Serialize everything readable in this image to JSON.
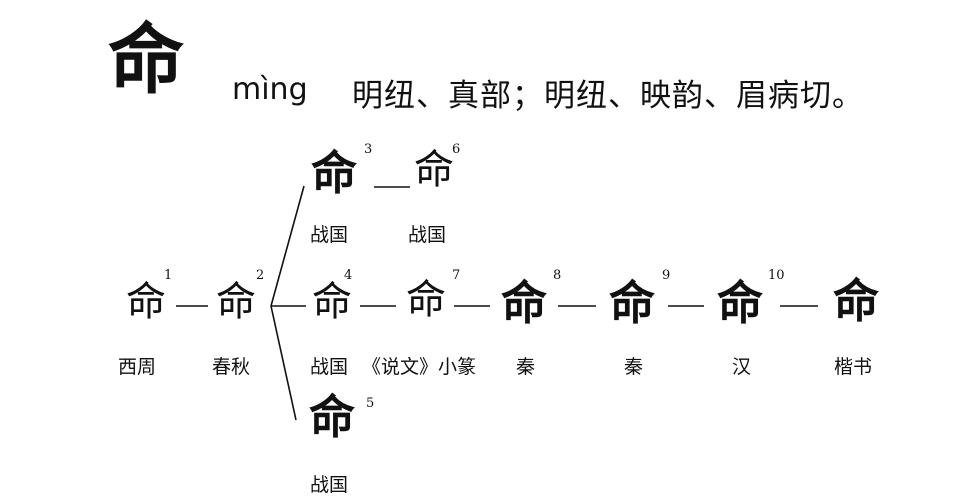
{
  "header": {
    "character": "命",
    "pinyin": "mìng",
    "fanqie": "明纽、真部；明纽、映韵、眉病切。"
  },
  "nodes": [
    {
      "id": 1,
      "glyph": "命",
      "number": "1",
      "label": "西周"
    },
    {
      "id": 2,
      "glyph": "命",
      "number": "2",
      "label": "春秋"
    },
    {
      "id": 3,
      "glyph": "命",
      "number": "3",
      "label": "战国"
    },
    {
      "id": 4,
      "glyph": "命",
      "number": "4",
      "label": "战国"
    },
    {
      "id": 5,
      "glyph": "命",
      "number": "5",
      "label": "战国"
    },
    {
      "id": 6,
      "glyph": "命",
      "number": "6",
      "label": "战国"
    },
    {
      "id": 7,
      "glyph": "命",
      "number": "7",
      "label": "《说文》小篆"
    },
    {
      "id": 8,
      "glyph": "命",
      "number": "8",
      "label": "秦"
    },
    {
      "id": 9,
      "glyph": "命",
      "number": "9",
      "label": "秦"
    },
    {
      "id": 10,
      "glyph": "命",
      "number": "10",
      "label": "汉"
    },
    {
      "id": 11,
      "glyph": "命",
      "number": "",
      "label": "楷书"
    }
  ],
  "edges": [
    [
      1,
      2
    ],
    [
      2,
      3
    ],
    [
      2,
      4
    ],
    [
      2,
      5
    ],
    [
      3,
      6
    ],
    [
      4,
      7
    ],
    [
      7,
      8
    ],
    [
      8,
      9
    ],
    [
      9,
      10
    ],
    [
      10,
      11
    ]
  ]
}
